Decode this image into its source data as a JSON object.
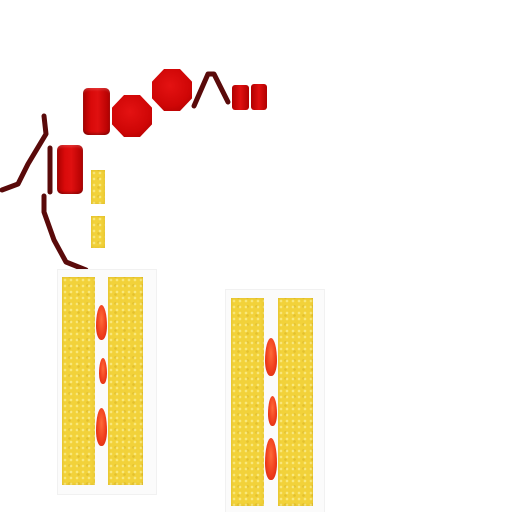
{
  "scene": {
    "background": "#ffffff",
    "colors": {
      "red_piece": "#d90a0a",
      "yellow_piece": "#f2d23a",
      "filling": "#ee3a1a",
      "vine": "#5a0a0a"
    },
    "pieces": [
      {
        "name": "red-tall-piece",
        "kind": "red-pill"
      },
      {
        "name": "red-stack-piece",
        "kind": "red-pill"
      },
      {
        "name": "red-octagon-piece",
        "kind": "red-octo"
      },
      {
        "name": "red-octagon-piece-top",
        "kind": "red-octo"
      },
      {
        "name": "red-small-piece-left",
        "kind": "red-small"
      },
      {
        "name": "red-small-piece-right",
        "kind": "red-small"
      },
      {
        "name": "yellow-small-piece-upper",
        "kind": "yellow"
      },
      {
        "name": "yellow-small-piece-lower",
        "kind": "yellow"
      }
    ],
    "sandwiches": [
      {
        "name": "sandwich-left",
        "fillings": 3
      },
      {
        "name": "sandwich-right",
        "fillings": 3
      }
    ]
  }
}
